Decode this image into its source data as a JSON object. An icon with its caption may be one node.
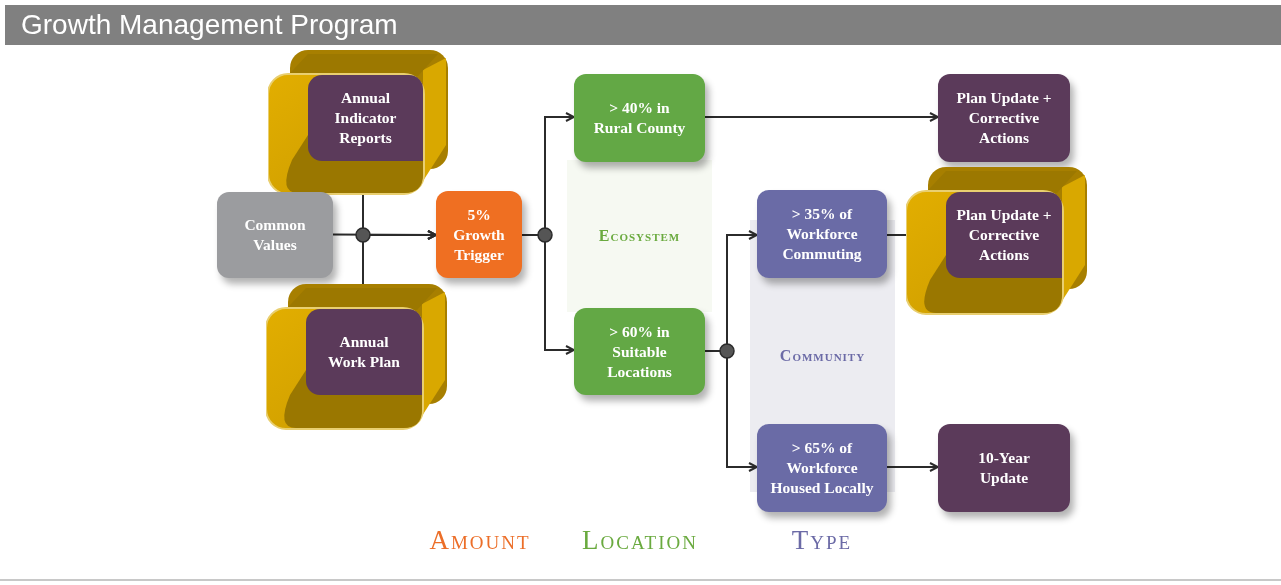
{
  "diagram": {
    "title": "Growth Management Program",
    "nodes": [
      {
        "text": [
          "Annual Indicator Reports"
        ]
      },
      {
        "text": [
          "Common Values"
        ]
      },
      {
        "text": [
          "Annual Work Plan"
        ]
      },
      {
        "text": [
          "5% Growth Trigger"
        ]
      },
      {
        "text": [
          "> 40% in Rural County"
        ]
      },
      {
        "text": [
          "> 60% in Suitable Locations"
        ]
      },
      {
        "text": [
          "> 35% of Workforce Commuting"
        ]
      },
      {
        "text": [
          "> 65% of Workforce Housed Locally"
        ]
      },
      {
        "text": [
          "Plan Update + Corrective Actions"
        ]
      },
      {
        "text": [
          "Plan Update + Corrective Actions"
        ]
      },
      {
        "text": [
          "10-Year Update"
        ]
      },
      {
        "text": [
          "Ecosystem"
        ]
      },
      {
        "text": [
          "Community"
        ]
      }
    ],
    "edges": [
      {
        "from": 0,
        "to": 3,
        "arrow": "to"
      },
      {
        "from": 1,
        "to": 3,
        "arrow": "to"
      },
      {
        "from": 2,
        "to": 3,
        "arrow": "to"
      },
      {
        "from": 3,
        "to": 4,
        "arrow": "to"
      },
      {
        "from": 3,
        "to": 5,
        "arrow": "to"
      },
      {
        "from": 4,
        "to": 8,
        "arrow": "to"
      },
      {
        "from": 5,
        "to": 6,
        "arrow": "to"
      },
      {
        "from": 5,
        "to": 7,
        "arrow": "to"
      },
      {
        "from": 6,
        "to": 9,
        "arrow": "none"
      },
      {
        "from": 7,
        "to": 10,
        "arrow": "to"
      }
    ],
    "labels": [
      "Amount",
      "Location",
      "Type"
    ]
  }
}
